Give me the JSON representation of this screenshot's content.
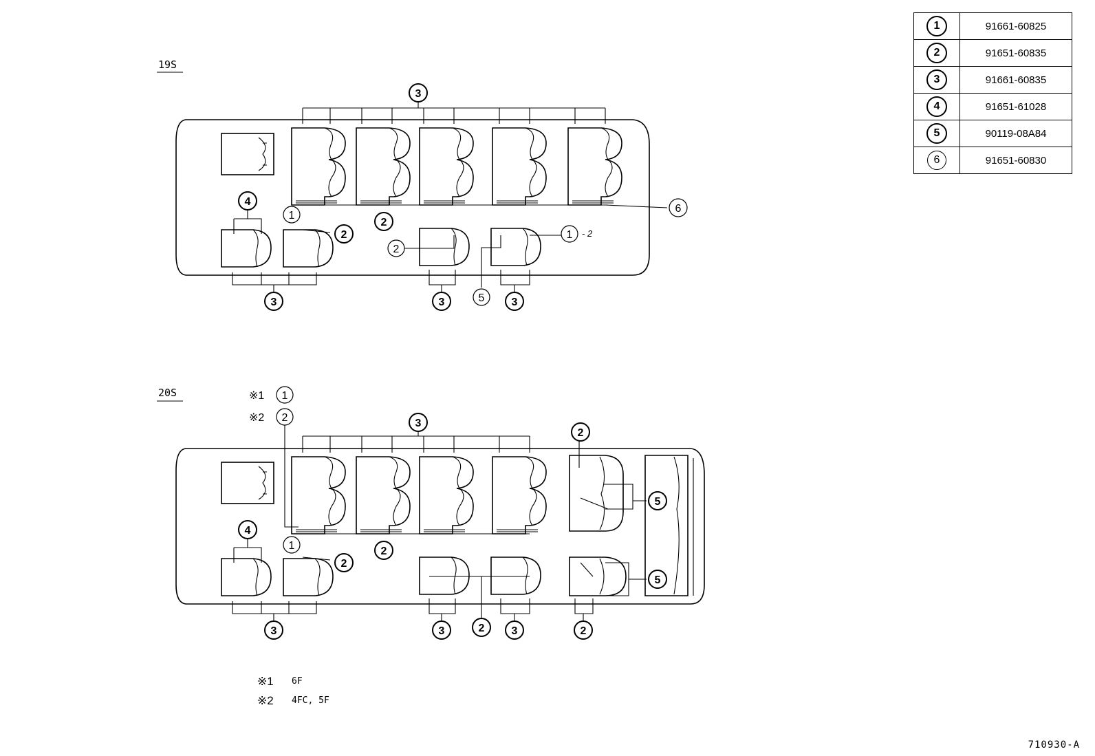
{
  "legend": {
    "rows": [
      {
        "key": "1",
        "part": "91661-60825"
      },
      {
        "key": "2",
        "part": "91651-60835"
      },
      {
        "key": "3",
        "part": "91661-60835"
      },
      {
        "key": "4",
        "part": "91651-61028"
      },
      {
        "key": "5",
        "part": "90119-08A84"
      },
      {
        "key": "6",
        "part": "91651-60830"
      }
    ]
  },
  "diagrams": [
    {
      "label": "19S"
    },
    {
      "label": "20S"
    }
  ],
  "callouts": {
    "c1": "1",
    "c2": "2",
    "c3": "3",
    "c4": "4",
    "c5": "5",
    "c6": "6",
    "suffix_minus2": "- 2"
  },
  "notes": {
    "ref1": "※1",
    "ref2": "※2",
    "ref1_value": "6F",
    "ref2_value": "4FC, 5F"
  },
  "drawing_number": "710930-A"
}
